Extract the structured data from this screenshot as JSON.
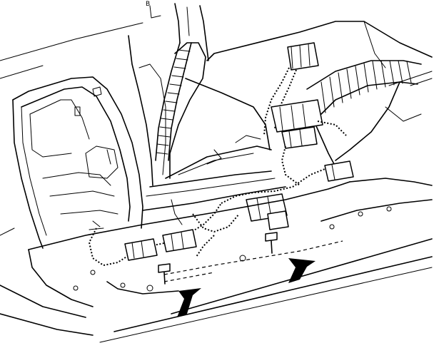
{
  "figure": {
    "corner_marker": "B",
    "callouts": [
      {
        "id": "arrow-left",
        "pointing": "up-right"
      },
      {
        "id": "arrow-right",
        "pointing": "up-right"
      }
    ]
  }
}
